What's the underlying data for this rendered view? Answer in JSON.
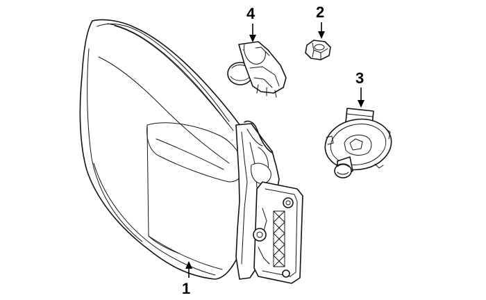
{
  "diagram": {
    "callouts": [
      {
        "id": "1",
        "label": "1",
        "part": "headlamp-assembly"
      },
      {
        "id": "2",
        "label": "2",
        "part": "nut"
      },
      {
        "id": "3",
        "label": "3",
        "part": "bulb-socket"
      },
      {
        "id": "4",
        "label": "4",
        "part": "side-marker-socket"
      }
    ]
  }
}
